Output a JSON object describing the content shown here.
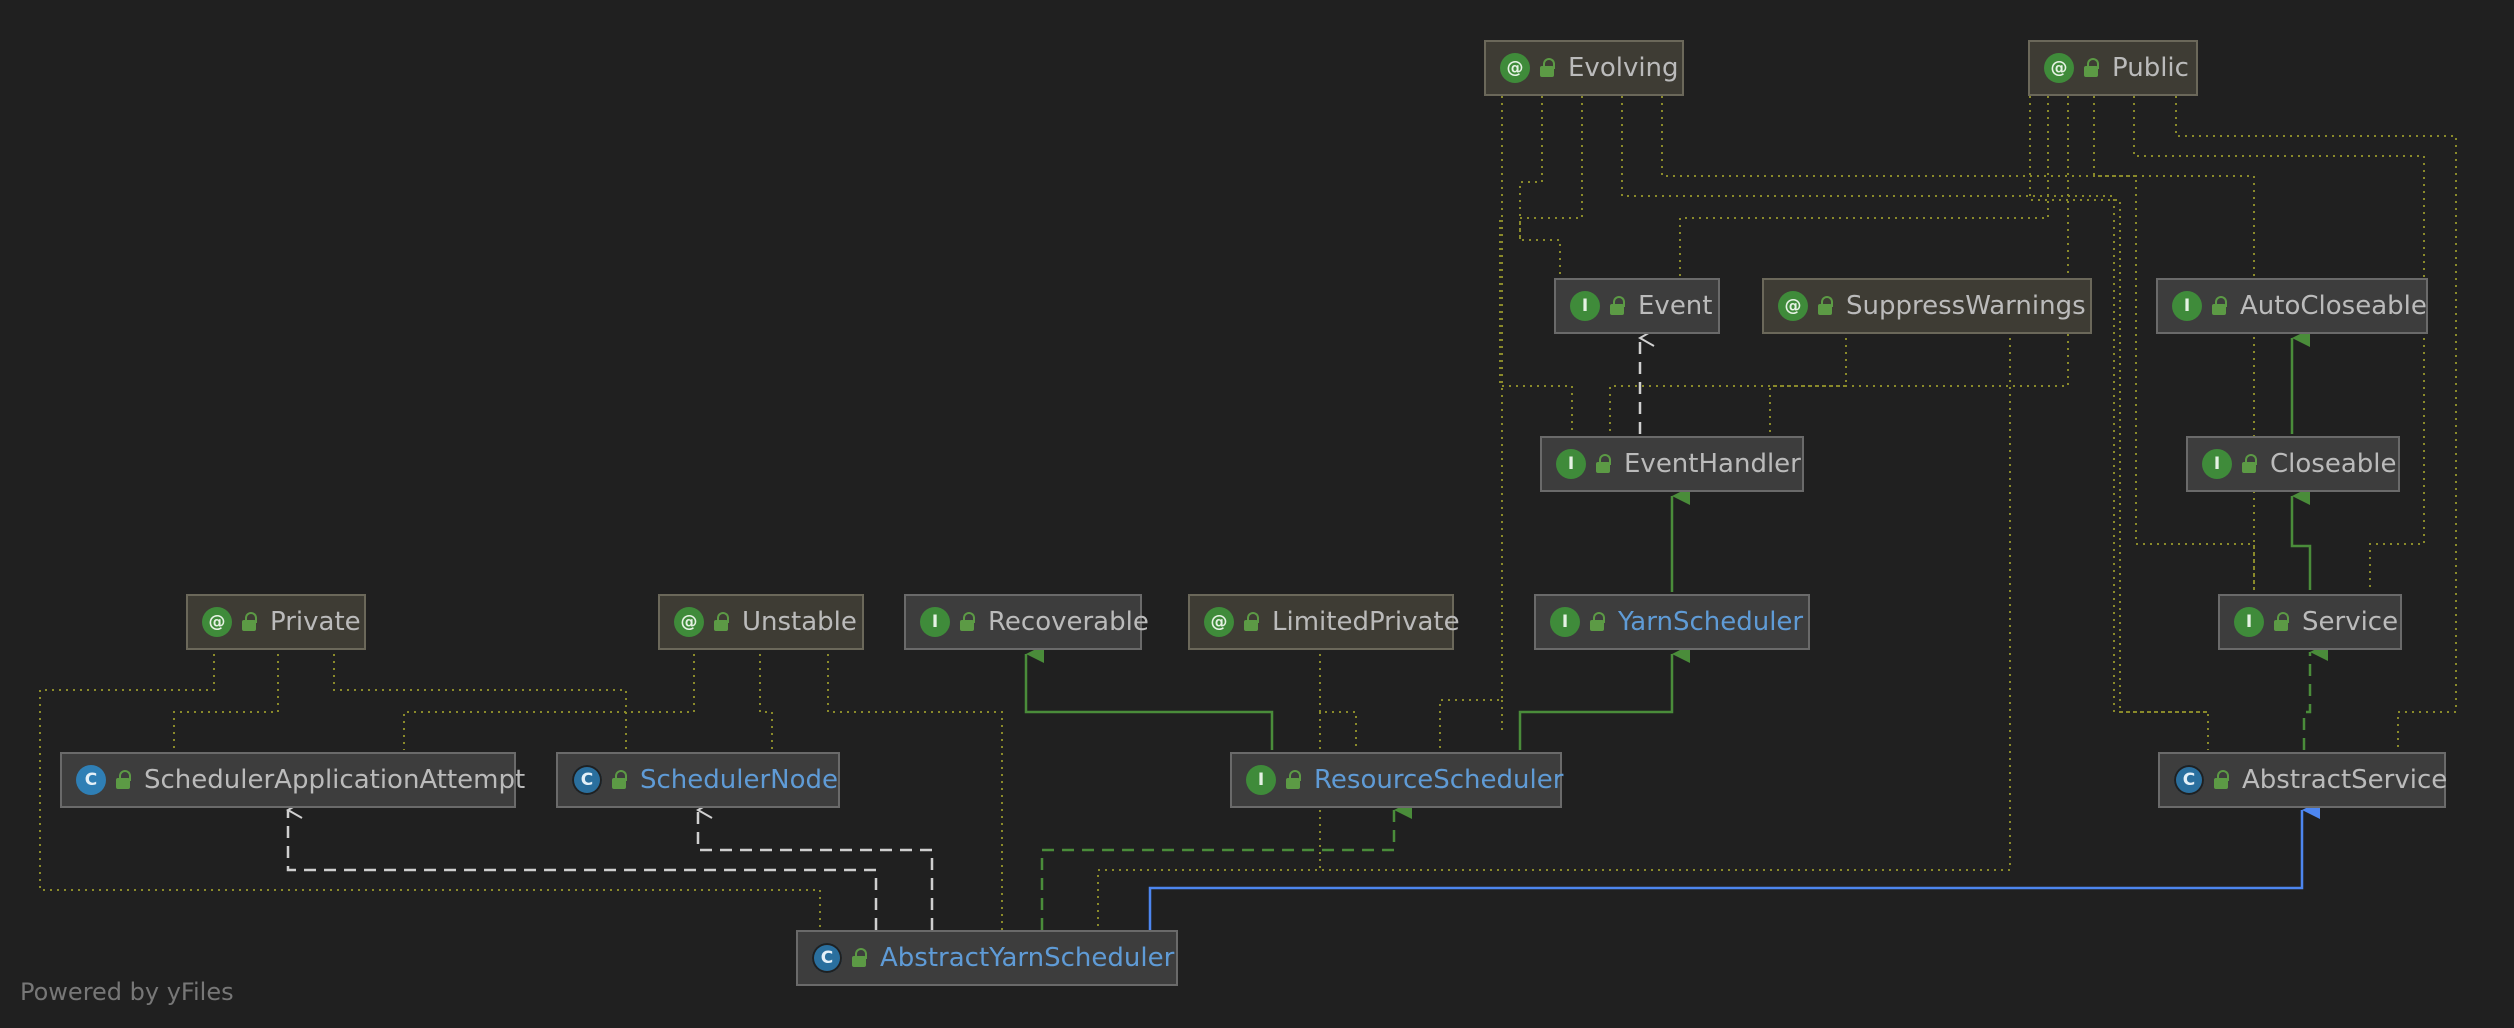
{
  "footer": "Powered by yFiles",
  "colors": {
    "background": "#202020",
    "node_fill": "#3d3d3d",
    "annotation_fill": "#3e3c34",
    "text": "#bbbbbb",
    "link_text": "#5f9bd6",
    "inheritance_green": "#4a8c3a",
    "extends_blue": "#4d86f0",
    "annotation_dotted": "#8a8a2a",
    "dependency_gray": "#bdbdbd"
  },
  "nodes": {
    "evolving": {
      "label": "Evolving",
      "kind": "annotation",
      "icon": "annotation-icon"
    },
    "public": {
      "label": "Public",
      "kind": "annotation",
      "icon": "annotation-icon"
    },
    "event": {
      "label": "Event",
      "kind": "interface",
      "icon": "interface-icon"
    },
    "suppresswarnings": {
      "label": "SuppressWarnings",
      "kind": "annotation",
      "icon": "annotation-icon"
    },
    "autocloseable": {
      "label": "AutoCloseable",
      "kind": "interface",
      "icon": "interface-icon"
    },
    "eventhandler": {
      "label": "EventHandler",
      "kind": "interface",
      "icon": "interface-icon"
    },
    "closeable": {
      "label": "Closeable",
      "kind": "interface",
      "icon": "interface-icon"
    },
    "private": {
      "label": "Private",
      "kind": "annotation",
      "icon": "annotation-icon"
    },
    "unstable": {
      "label": "Unstable",
      "kind": "annotation",
      "icon": "annotation-icon"
    },
    "recoverable": {
      "label": "Recoverable",
      "kind": "interface",
      "icon": "interface-icon"
    },
    "limitedprivate": {
      "label": "LimitedPrivate",
      "kind": "annotation",
      "icon": "annotation-icon"
    },
    "yarnscheduler": {
      "label": "YarnScheduler",
      "kind": "interface",
      "icon": "interface-icon"
    },
    "service": {
      "label": "Service",
      "kind": "interface",
      "icon": "interface-icon"
    },
    "schedulerapplicationattempt": {
      "label": "SchedulerApplicationAttempt",
      "kind": "class",
      "icon": "class-icon"
    },
    "schedulernode": {
      "label": "SchedulerNode",
      "kind": "abstract-class",
      "icon": "abstract-class-icon"
    },
    "resourcescheduler": {
      "label": "ResourceScheduler",
      "kind": "interface",
      "icon": "interface-icon"
    },
    "abstractservice": {
      "label": "AbstractService",
      "kind": "abstract-class",
      "icon": "abstract-class-icon"
    },
    "abstractyarnscheduler": {
      "label": "AbstractYarnScheduler",
      "kind": "abstract-class",
      "icon": "abstract-class-icon"
    }
  }
}
